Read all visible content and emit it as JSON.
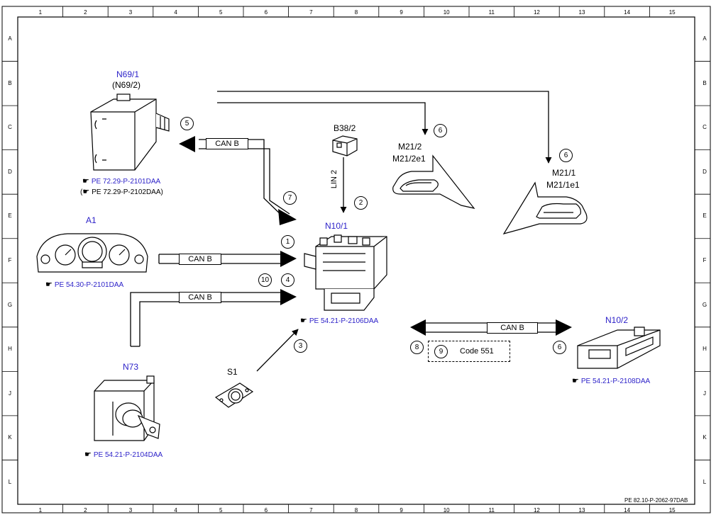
{
  "grid": {
    "columns": [
      "1",
      "2",
      "3",
      "4",
      "5",
      "6",
      "7",
      "8",
      "9",
      "10",
      "11",
      "12",
      "13",
      "14",
      "15"
    ],
    "rows": [
      "A",
      "B",
      "C",
      "D",
      "E",
      "F",
      "G",
      "H",
      "J",
      "K",
      "L"
    ]
  },
  "components": {
    "n69_1": "N69/1",
    "n69_2": "(N69/2)",
    "a1": "A1",
    "n73": "N73",
    "s1": "S1",
    "b38_2": "B38/2",
    "n10_1": "N10/1",
    "m21_2": "M21/2",
    "m21_2e1": "M21/2e1",
    "m21_1": "M21/1",
    "m21_1e1": "M21/1e1",
    "n10_2": "N10/2"
  },
  "references": {
    "n69_1": "PE 72.29-P-2101DAA",
    "n69_2_open": "(",
    "n69_2": "PE 72.29-P-2102DAA)",
    "a1": "PE 54.30-P-2101DAA",
    "n73": "PE 54.21-P-2104DAA",
    "n10_1": "PE 54.21-P-2106DAA",
    "n10_2": "PE 54.21-P-2108DAA"
  },
  "bus_labels": {
    "can_n69": "CAN B",
    "can_a1": "CAN B",
    "can_n73": "CAN B",
    "can_n10_2": "CAN B",
    "lin": "LIN 2"
  },
  "callouts": [
    "1",
    "2",
    "3",
    "4",
    "5",
    "6",
    "6",
    "6",
    "7",
    "8",
    "9",
    "10"
  ],
  "code_box": "Code 551",
  "document_number": "PE 82.10-P-2062-97DAB",
  "icons": {
    "reference": "pointing-hand-icon",
    "arrow": "arrow-head-icon"
  },
  "colors": {
    "component_label": "#2a1fc8",
    "reference_link": "#2a1fc8",
    "line": "#000000"
  }
}
